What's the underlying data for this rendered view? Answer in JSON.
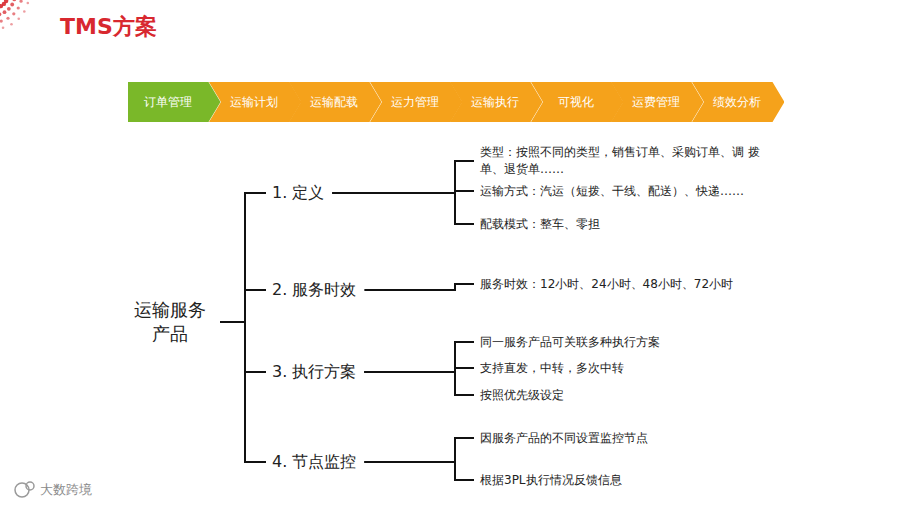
{
  "diagram": {
    "title": "TMS方案",
    "nodes": [
      {
        "text": [
          "订单管理"
        ]
      },
      {
        "text": [
          "运输计划"
        ]
      },
      {
        "text": [
          "运输配载"
        ]
      },
      {
        "text": [
          "运力管理"
        ]
      },
      {
        "text": [
          "运输执行"
        ]
      },
      {
        "text": [
          "可视化"
        ]
      },
      {
        "text": [
          "运费管理"
        ]
      },
      {
        "text": [
          "绩效分析"
        ]
      },
      {
        "text": [
          "运输服务 产品"
        ]
      },
      {
        "text": [
          "1. 定义"
        ]
      },
      {
        "text": [
          "类型：按照不同的类型，销售订单、采购订单、调 拨单、退货单……"
        ]
      },
      {
        "text": [
          "运输方式：汽运（短拨、干线、配送）、快递……"
        ]
      },
      {
        "text": [
          "配载模式：整车、零担"
        ]
      },
      {
        "text": [
          "2. 服务时效"
        ]
      },
      {
        "text": [
          "服务时效：12小时、24小时、48小时、72小时"
        ]
      },
      {
        "text": [
          "3. 执行方案"
        ]
      },
      {
        "text": [
          "同一服务产品可关联多种执行方案"
        ]
      },
      {
        "text": [
          "支持直发，中转，多次中转"
        ]
      },
      {
        "text": [
          "按照优先级设定"
        ]
      },
      {
        "text": [
          "4. 节点监控"
        ]
      },
      {
        "text": [
          "因服务产品的不同设置监控节点"
        ]
      },
      {
        "text": [
          "根据3PL执行情况反馈信息"
        ]
      }
    ],
    "edges": [
      {
        "from": 8,
        "to": 9,
        "arrow": "none"
      },
      {
        "from": 8,
        "to": 13,
        "arrow": "none"
      },
      {
        "from": 8,
        "to": 15,
        "arrow": "none"
      },
      {
        "from": 8,
        "to": 19,
        "arrow": "none"
      },
      {
        "from": 9,
        "to": 10,
        "arrow": "none"
      },
      {
        "from": 9,
        "to": 11,
        "arrow": "none"
      },
      {
        "from": 9,
        "to": 12,
        "arrow": "none"
      },
      {
        "from": 13,
        "to": 14,
        "arrow": "none"
      },
      {
        "from": 15,
        "to": 16,
        "arrow": "none"
      },
      {
        "from": 15,
        "to": 17,
        "arrow": "none"
      },
      {
        "from": 15,
        "to": 18,
        "arrow": "none"
      },
      {
        "from": 19,
        "to": 20,
        "arrow": "none"
      },
      {
        "from": 19,
        "to": 21,
        "arrow": "none"
      }
    ],
    "labels": [
      "大数跨境"
    ]
  }
}
